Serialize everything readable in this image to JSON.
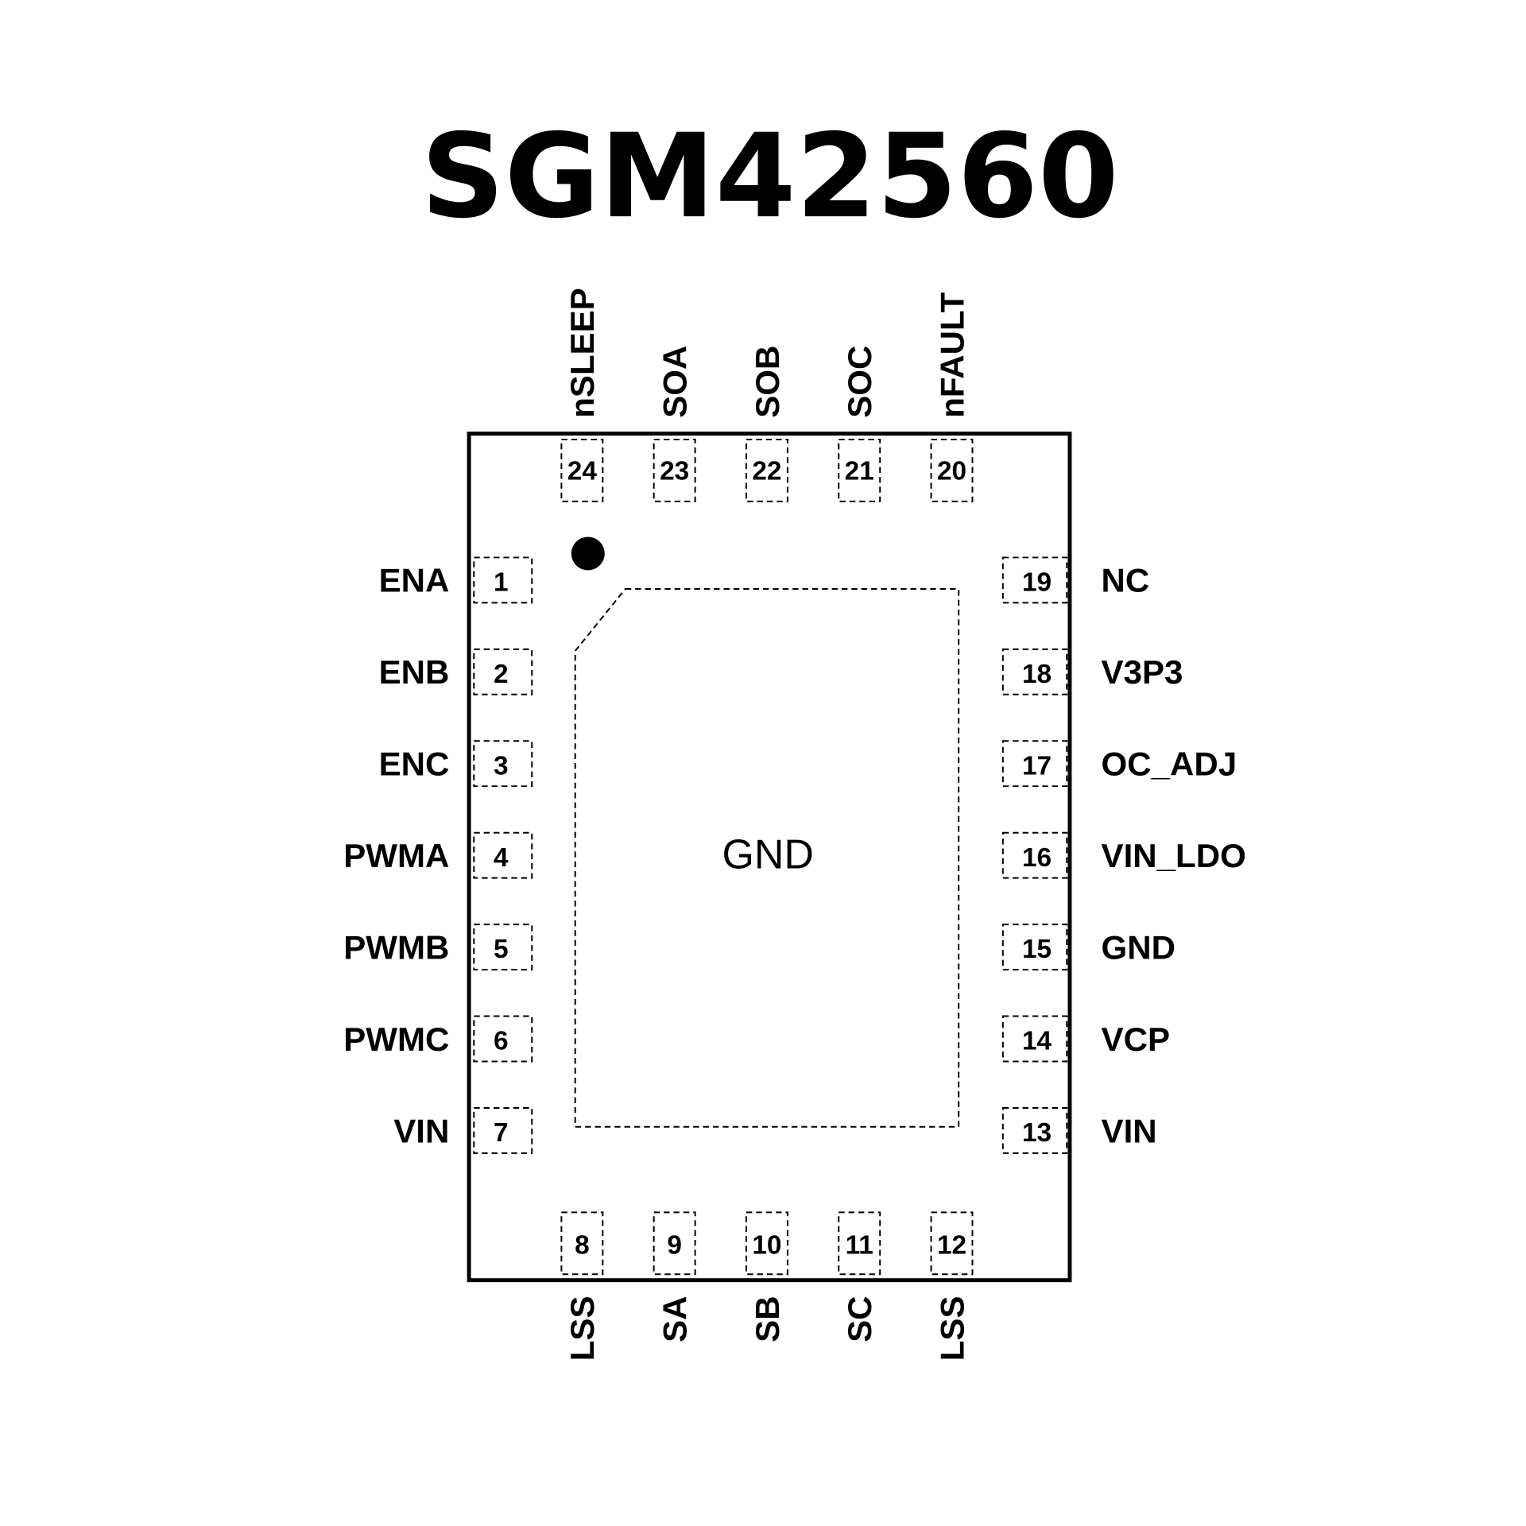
{
  "title": "SGM42560",
  "exposed_pad_label": "GND",
  "pins": {
    "left": [
      {
        "num": "1",
        "name": "ENA"
      },
      {
        "num": "2",
        "name": "ENB"
      },
      {
        "num": "3",
        "name": "ENC"
      },
      {
        "num": "4",
        "name": "PWMA"
      },
      {
        "num": "5",
        "name": "PWMB"
      },
      {
        "num": "6",
        "name": "PWMC"
      },
      {
        "num": "7",
        "name": "VIN"
      }
    ],
    "bottom": [
      {
        "num": "8",
        "name": "LSS"
      },
      {
        "num": "9",
        "name": "SA"
      },
      {
        "num": "10",
        "name": "SB"
      },
      {
        "num": "11",
        "name": "SC"
      },
      {
        "num": "12",
        "name": "LSS"
      }
    ],
    "right": [
      {
        "num": "13",
        "name": "VIN"
      },
      {
        "num": "14",
        "name": "VCP"
      },
      {
        "num": "15",
        "name": "GND"
      },
      {
        "num": "16",
        "name": "VIN_LDO"
      },
      {
        "num": "17",
        "name": "OC_ADJ"
      },
      {
        "num": "18",
        "name": "V3P3"
      },
      {
        "num": "19",
        "name": "NC"
      }
    ],
    "top": [
      {
        "num": "20",
        "name": "nFAULT"
      },
      {
        "num": "21",
        "name": "SOC"
      },
      {
        "num": "22",
        "name": "SOB"
      },
      {
        "num": "23",
        "name": "SOA"
      },
      {
        "num": "24",
        "name": "nSLEEP"
      }
    ]
  }
}
